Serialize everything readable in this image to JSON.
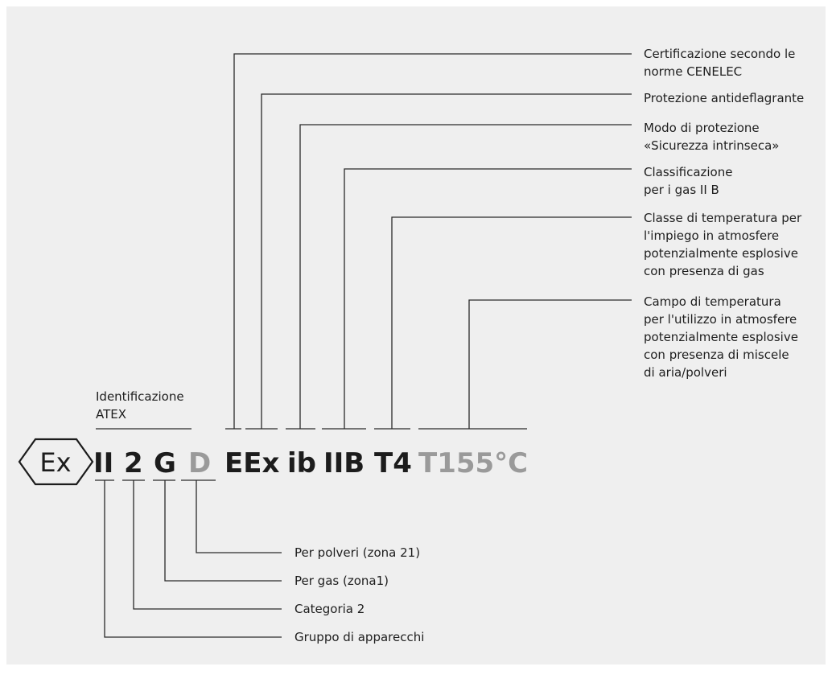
{
  "marking": {
    "symbol_text": "Ex",
    "group": "II",
    "category": "2",
    "gas": "G",
    "dust": "D",
    "eex": "EEx",
    "protection_mode": "ib",
    "gas_class": "IIB",
    "temp_class": "T4",
    "dust_temp": "T155°C"
  },
  "atex_label": [
    "Identificazione",
    "ATEX"
  ],
  "top_labels": [
    {
      "lines": [
        "Certificazione secondo le",
        "norme CENELEC"
      ]
    },
    {
      "lines": [
        "Protezione antideflagrante"
      ]
    },
    {
      "lines": [
        "Modo di protezione",
        "«Sicurezza intrinseca»"
      ]
    },
    {
      "lines": [
        "Classificazione",
        "per i gas II B"
      ]
    },
    {
      "lines": [
        "Classe di temperatura per",
        "l'impiego in atmosfere",
        "potenzialmente esplosive",
        "con presenza di gas"
      ]
    },
    {
      "lines": [
        "Campo di temperatura",
        "per l'utilizzo in atmosfere",
        "potenzialmente esplosive",
        "con presenza di miscele",
        "di aria/polveri"
      ]
    }
  ],
  "bottom_labels": [
    "Per polveri (zona 21)",
    "Per gas (zona1)",
    "Categoria 2",
    "Gruppo di apparecchi"
  ],
  "colors": {
    "background": "#efefef",
    "dark_text": "#1c1c1c",
    "grey_text": "#9a9a9a"
  }
}
